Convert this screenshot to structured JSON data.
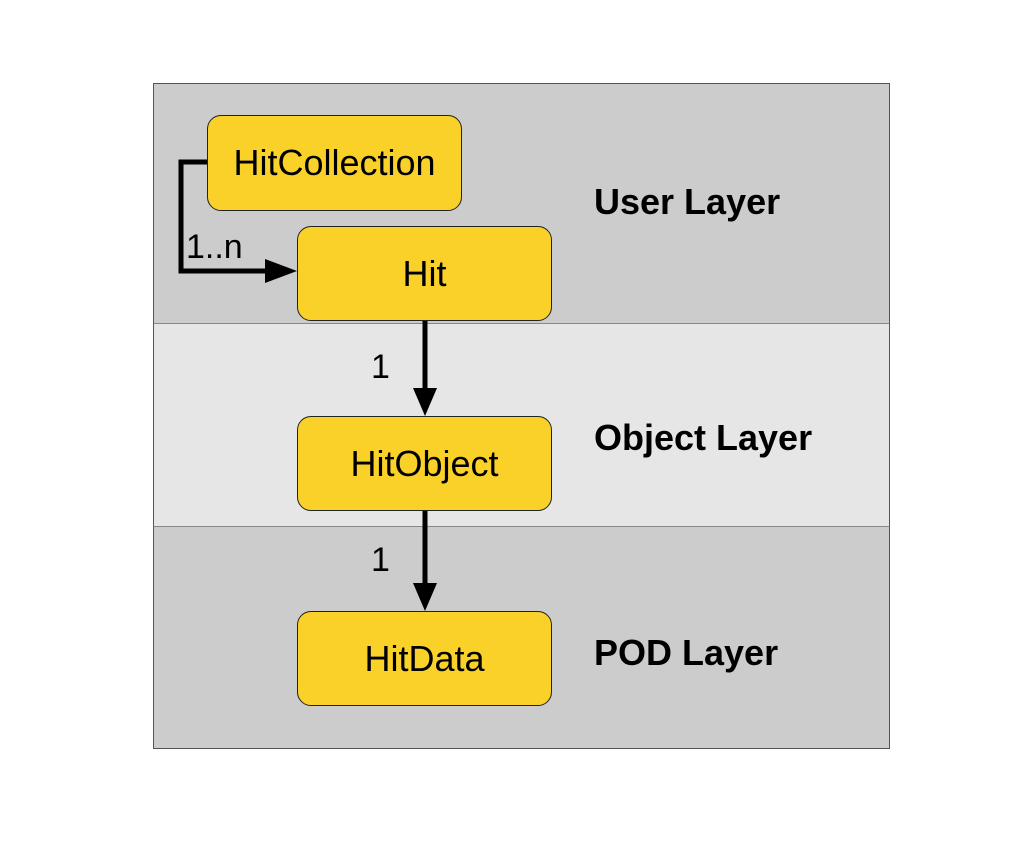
{
  "layers": {
    "user": "User Layer",
    "object": "Object Layer",
    "pod": "POD Layer"
  },
  "nodes": {
    "hit_collection": "HitCollection",
    "hit": "Hit",
    "hit_object": "HitObject",
    "hit_data": "HitData"
  },
  "relations": {
    "collection_to_hit": "1..n",
    "hit_to_object": "1",
    "object_to_data": "1"
  },
  "colors": {
    "node_fill": "#f9d128",
    "user_layer_bg": "#cccccc",
    "object_layer_bg": "#e6e6e6",
    "pod_layer_bg": "#cccccc"
  }
}
